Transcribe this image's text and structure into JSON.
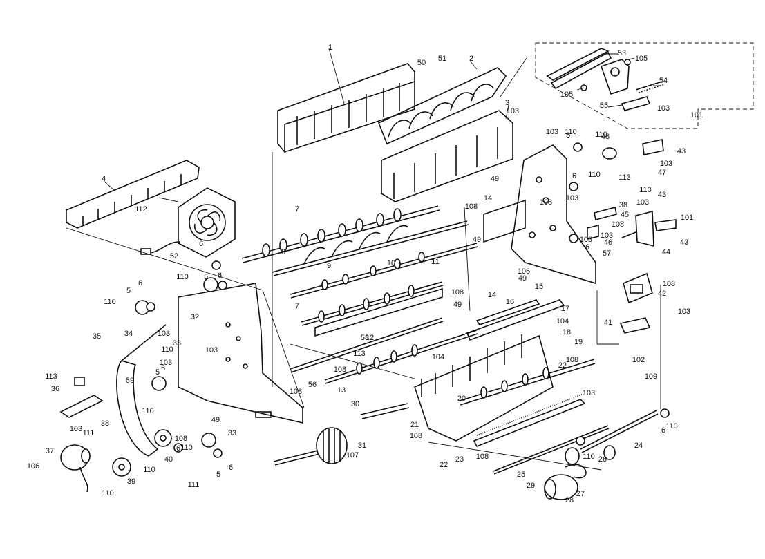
{
  "diagram": {
    "inset_labels": [
      "53",
      "105",
      "105",
      "54",
      "55",
      "103"
    ],
    "callouts": [
      {
        "id": "c1",
        "text": "1"
      },
      {
        "id": "c2",
        "text": "2"
      },
      {
        "id": "c3",
        "text": "3"
      },
      {
        "id": "c4",
        "text": "4"
      },
      {
        "id": "c5a",
        "text": "5"
      },
      {
        "id": "c5b",
        "text": "5"
      },
      {
        "id": "c5c",
        "text": "5"
      },
      {
        "id": "c5d",
        "text": "5"
      },
      {
        "id": "c6a",
        "text": "6"
      },
      {
        "id": "c6b",
        "text": "6"
      },
      {
        "id": "c6c",
        "text": "6"
      },
      {
        "id": "c6d",
        "text": "6"
      },
      {
        "id": "c6e",
        "text": "6"
      },
      {
        "id": "c6f",
        "text": "6"
      },
      {
        "id": "c6g",
        "text": "6"
      },
      {
        "id": "c6h",
        "text": "6"
      },
      {
        "id": "c6i",
        "text": "6"
      },
      {
        "id": "c6j",
        "text": "6"
      },
      {
        "id": "c7a",
        "text": "7"
      },
      {
        "id": "c7b",
        "text": "7"
      },
      {
        "id": "c8",
        "text": "8"
      },
      {
        "id": "c9",
        "text": "9"
      },
      {
        "id": "c10",
        "text": "10"
      },
      {
        "id": "c11",
        "text": "11"
      },
      {
        "id": "c12",
        "text": "12"
      },
      {
        "id": "c13",
        "text": "13"
      },
      {
        "id": "c14a",
        "text": "14"
      },
      {
        "id": "c14b",
        "text": "14"
      },
      {
        "id": "c15",
        "text": "15"
      },
      {
        "id": "c16",
        "text": "16"
      },
      {
        "id": "c17",
        "text": "17"
      },
      {
        "id": "c18",
        "text": "18"
      },
      {
        "id": "c19",
        "text": "19"
      },
      {
        "id": "c20",
        "text": "20"
      },
      {
        "id": "c21",
        "text": "21"
      },
      {
        "id": "c22a",
        "text": "22"
      },
      {
        "id": "c22b",
        "text": "22"
      },
      {
        "id": "c23",
        "text": "23"
      },
      {
        "id": "c24",
        "text": "24"
      },
      {
        "id": "c25",
        "text": "25"
      },
      {
        "id": "c26",
        "text": "26"
      },
      {
        "id": "c27",
        "text": "27"
      },
      {
        "id": "c28",
        "text": "28"
      },
      {
        "id": "c29",
        "text": "29"
      },
      {
        "id": "c30",
        "text": "30"
      },
      {
        "id": "c31",
        "text": "31"
      },
      {
        "id": "c32",
        "text": "32"
      },
      {
        "id": "c33a",
        "text": "33"
      },
      {
        "id": "c33b",
        "text": "33"
      },
      {
        "id": "c34",
        "text": "34"
      },
      {
        "id": "c35",
        "text": "35"
      },
      {
        "id": "c36",
        "text": "36"
      },
      {
        "id": "c37",
        "text": "37"
      },
      {
        "id": "c38a",
        "text": "38"
      },
      {
        "id": "c38b",
        "text": "38"
      },
      {
        "id": "c39",
        "text": "39"
      },
      {
        "id": "c40",
        "text": "40"
      },
      {
        "id": "c41",
        "text": "41"
      },
      {
        "id": "c42",
        "text": "42"
      },
      {
        "id": "c43a",
        "text": "43"
      },
      {
        "id": "c43b",
        "text": "43"
      },
      {
        "id": "c43c",
        "text": "43"
      },
      {
        "id": "c44",
        "text": "44"
      },
      {
        "id": "c45",
        "text": "45"
      },
      {
        "id": "c46",
        "text": "46"
      },
      {
        "id": "c47",
        "text": "47"
      },
      {
        "id": "c48",
        "text": "48"
      },
      {
        "id": "c49a",
        "text": "49"
      },
      {
        "id": "c49b",
        "text": "49"
      },
      {
        "id": "c49c",
        "text": "49"
      },
      {
        "id": "c49d",
        "text": "49"
      },
      {
        "id": "c49e",
        "text": "49"
      },
      {
        "id": "c50",
        "text": "50"
      },
      {
        "id": "c51",
        "text": "51"
      },
      {
        "id": "c52",
        "text": "52"
      },
      {
        "id": "c56",
        "text": "56"
      },
      {
        "id": "c57",
        "text": "57"
      },
      {
        "id": "c58",
        "text": "58"
      },
      {
        "id": "c59",
        "text": "59"
      },
      {
        "id": "c101a",
        "text": "101"
      },
      {
        "id": "c101b",
        "text": "101"
      },
      {
        "id": "c102",
        "text": "102"
      },
      {
        "id": "c103a",
        "text": "103"
      },
      {
        "id": "c103b",
        "text": "103"
      },
      {
        "id": "c103c",
        "text": "103"
      },
      {
        "id": "c103d",
        "text": "103"
      },
      {
        "id": "c103e",
        "text": "103"
      },
      {
        "id": "c103f",
        "text": "103"
      },
      {
        "id": "c103g",
        "text": "103"
      },
      {
        "id": "c103h",
        "text": "103"
      },
      {
        "id": "c103i",
        "text": "103"
      },
      {
        "id": "c103j",
        "text": "103"
      },
      {
        "id": "c103k",
        "text": "103"
      },
      {
        "id": "c103l",
        "text": "103"
      },
      {
        "id": "c104a",
        "text": "104"
      },
      {
        "id": "c104b",
        "text": "104"
      },
      {
        "id": "c106a",
        "text": "106"
      },
      {
        "id": "c106b",
        "text": "106"
      },
      {
        "id": "c107",
        "text": "107"
      },
      {
        "id": "c108a",
        "text": "108"
      },
      {
        "id": "c108b",
        "text": "108"
      },
      {
        "id": "c108c",
        "text": "108"
      },
      {
        "id": "c108d",
        "text": "108"
      },
      {
        "id": "c108e",
        "text": "108"
      },
      {
        "id": "c108f",
        "text": "108"
      },
      {
        "id": "c108g",
        "text": "108"
      },
      {
        "id": "c108h",
        "text": "108"
      },
      {
        "id": "c108i",
        "text": "108"
      },
      {
        "id": "c108j",
        "text": "108"
      },
      {
        "id": "c108k",
        "text": "108"
      },
      {
        "id": "c108l",
        "text": "108"
      },
      {
        "id": "c109",
        "text": "109"
      },
      {
        "id": "c110a",
        "text": "110"
      },
      {
        "id": "c110b",
        "text": "110"
      },
      {
        "id": "c110c",
        "text": "110"
      },
      {
        "id": "c110d",
        "text": "110"
      },
      {
        "id": "c110e",
        "text": "110"
      },
      {
        "id": "c110f",
        "text": "110"
      },
      {
        "id": "c110g",
        "text": "110"
      },
      {
        "id": "c110h",
        "text": "110"
      },
      {
        "id": "c110i",
        "text": "110"
      },
      {
        "id": "c110j",
        "text": "110"
      },
      {
        "id": "c110k",
        "text": "110"
      },
      {
        "id": "c110l",
        "text": "110"
      },
      {
        "id": "c110m",
        "text": "110"
      },
      {
        "id": "c111a",
        "text": "111"
      },
      {
        "id": "c111b",
        "text": "111"
      },
      {
        "id": "c112",
        "text": "112"
      },
      {
        "id": "c113a",
        "text": "113"
      },
      {
        "id": "c113b",
        "text": "113"
      },
      {
        "id": "c113c",
        "text": "113"
      }
    ]
  }
}
